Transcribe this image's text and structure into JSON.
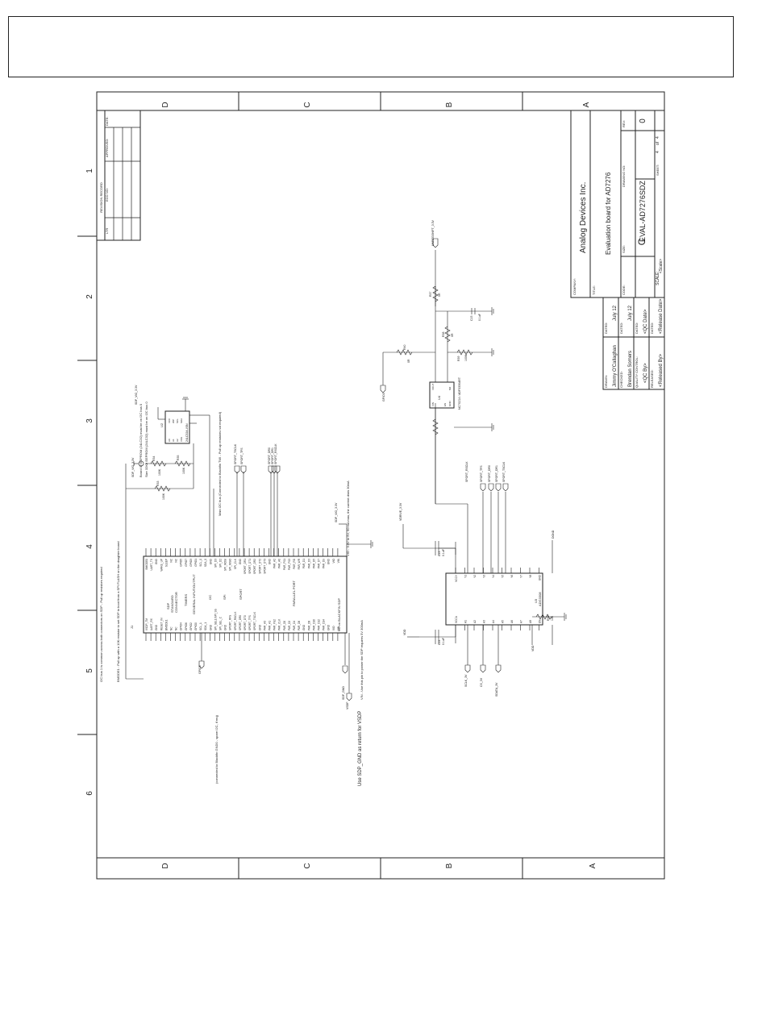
{
  "border": {
    "zones_top": [
      "D",
      "C",
      "B",
      "A"
    ],
    "zones_bottom": [
      "D",
      "C",
      "B",
      "A"
    ],
    "zones_left": [
      "1",
      "2",
      "3",
      "4",
      "5",
      "6"
    ]
  },
  "title_block": {
    "company_label": "COMPANY:",
    "company": "Analog Devices Inc.",
    "title_label": "TITLE:",
    "title": "Evaluation board for AD7276",
    "drawn_label": "DRAWN:",
    "drawn": "Jimmy O'Callaghan",
    "dated_label": "DATED:",
    "drawn_date": "July 12",
    "checked_label": "CHECKED:",
    "checked": "Brendan Somers",
    "checked_date": "July 12",
    "qc_label": "QUALITY CONTROL:",
    "qc": "<QC By>",
    "qc_date": "<QC Date>",
    "released_label": "RELEASED:",
    "released": "<Released By>",
    "released_date": "<Release Date>",
    "code_label": "CODE:",
    "size_label": "SIZE:",
    "size": "C",
    "drawing_no_label": "DRAWING NO:",
    "drawing_no": "EVAL-AD7276SDZ",
    "rev_label": "REV:",
    "rev": "0",
    "scale_label": "SCALE:",
    "scale": "<Scale>",
    "sheet_label": "SHEET:",
    "sheet": "4",
    "of_label": "of",
    "of": "4"
  },
  "revisions": {
    "header": "REVISION RECORD",
    "ltr": "LTR",
    "eco": "ECO NO:",
    "approved": "APPROVED:",
    "date": "DATE:"
  },
  "notes": {
    "i2c_note": "I2C bus 1 is common across both connectors on SDP - Pull up resistors required",
    "bmode_note": "BMODE1 : Pull up with a 10K resistor to set SDP to boot from a SPI FLASH on the daughter board",
    "eeprom_note1": "Board ID EEPROM (24LC32) must be on I2C bus 0",
    "eeprom_note2": "Size 32Kb EEPROM (24LC32) must be on I2C bus 0",
    "main_i2c": "Main I2C bus (Connected to Blackfin TWI - Pull up resistors not required)",
    "gnd_note": "(connected to Blackfin GND0 - spare I2C, if req)",
    "vio_note": "VIO - 3.3V to 5V,  50 mA max, the current draw 30mA",
    "vin_note": "VIN - Use this pin to power the SDP requires 5V 300mA",
    "nc_note": "* NC on BLACKFIN SDP",
    "vsdp_note": "Use SDP_GND as return for VSDP"
  },
  "connector": {
    "ref": "J1",
    "name1": "SDP",
    "name2": "STANDARD",
    "name3": "CONNECTOR",
    "section_timers": "TIMERS",
    "section_gpio": "GENERAL INPUT/OUTPUT",
    "section_i2c": "I2C",
    "section_spi": "SPI",
    "section_sport": "SPORT",
    "section_ppi": "PARALLEL PORT",
    "left_pins": [
      "VSDP_TM",
      "UART_RX",
      "GND",
      "RESET_IN",
      "BMODE1",
      "NC",
      "NC",
      "GPIO4",
      "GPIO6",
      "GPIO2",
      "GPIO0",
      "SCL_1",
      "SDA_1",
      "GND",
      "SPI_SEL1/SPI_SS",
      "SPI_SEL_C",
      "GND",
      "SPORT_RFS",
      "SPORT_RSCLK",
      "SPORT_DR0",
      "SPORT_DT0",
      "SPORT_TFS",
      "SPORT_TSCLK",
      "GND",
      "PAR_A3",
      "PAR_A1",
      "PAR_FS2",
      "PAR_CLK",
      "PAR_D0",
      "PAR_D2",
      "PAR_D4",
      "PAR_D6",
      "GND",
      "PAR_D8",
      "PAR_D10",
      "PAR_D12",
      "PAR_D14",
      "GND",
      "VIO",
      "VIN"
    ],
    "right_pins": [
      "BMODE0",
      "UART_TX",
      "GND",
      "WAKE_UP",
      "SLEEP",
      "NC",
      "NC",
      "GPIO5",
      "GPIO7",
      "GPIO3",
      "GPIO1",
      "SCL_0",
      "SDA_0",
      "GND",
      "SPI_D3",
      "SPI_D2",
      "SPI_MOSI",
      "SPI_MISO",
      "SPI_CLK",
      "GND",
      "SPORT_DR1",
      "SPORT_DT1",
      "SPORT_DR2",
      "SPORT_DT2",
      "SPORT_DT3",
      "GND",
      "PAR_A2",
      "PAR_A0",
      "PAR_FS1",
      "PAR_FS3",
      "PAR_RD",
      "PAR_WR",
      "PAR_D1",
      "PAR_D3",
      "PAR_D5",
      "PAR_D7",
      "PAR_D9",
      "GND",
      "VIO",
      "VIN"
    ]
  },
  "nets": {
    "sdp_vio": "SDP_VIO_3.3V",
    "sdp_vio2": "SDP_VIO_3.3V",
    "sdp_gnd": "SDP_GND",
    "vsdp": "VSDP",
    "gpio": "GPIO5",
    "tsclk": "SPORT_TSCLK",
    "tfs": "SPORT_TFS",
    "dr0": "SPORT_DR0",
    "dr1": "SPORT_DR1",
    "rsclk": "SPORT_RSCLK",
    "vdrive": "VDRIVE_3.3V",
    "unregshift": "UNREGSHIFT_3.3V",
    "sclk": "SCLK_3V",
    "cs": "CS_3V",
    "sdata": "SDATA_3V",
    "vdd": "VDD",
    "gpio0": "GPIO0",
    "dgnd": "DGND"
  },
  "parts": {
    "eeprom_ref": "U2",
    "eeprom_pn": "24LC32A-I/SN",
    "eeprom_pins_l": [
      "A0",
      "A1",
      "A2",
      "VSS"
    ],
    "eeprom_pins_r": [
      "VCC",
      "WP",
      "SCL",
      "SDA"
    ],
    "r_a": "R34",
    "r_a_val": "100K",
    "r_b": "R35",
    "r_b_val": "100K",
    "r_c": "R33",
    "r_c_val": "100K",
    "buf_ref": "U3",
    "buf_pn": "ADG3308",
    "buf_pins_a": [
      "VCCA",
      "A1",
      "A2",
      "A3",
      "A4",
      "A5",
      "A6",
      "A7",
      "A8",
      "EN"
    ],
    "buf_pins_y": [
      "VCCY",
      "Y1",
      "Y2",
      "Y3",
      "Y4",
      "Y5",
      "Y6",
      "Y7",
      "Y8",
      "GND"
    ],
    "c_a": "C13",
    "c_a_val": "0.1uF",
    "c_b": "C14",
    "c_b_val": "0.1uF",
    "c_c": "C15",
    "c_c_val": "0.1uF",
    "r_d": "R36",
    "r_d_val": "10K",
    "r_e": "R37",
    "r_e_val": "0R",
    "r_f": "R38",
    "r_f_val": "0R",
    "r_g": "R39",
    "r_g_val": "100K",
    "r_h": "R40",
    "r_h_val": "0R",
    "ldo_ref": "U4",
    "ldo_pn": "NC7SZ14 / ADP3330ART",
    "ldo_pins": [
      "VIN",
      "EN",
      "GND",
      "VOUT",
      "NR"
    ]
  }
}
